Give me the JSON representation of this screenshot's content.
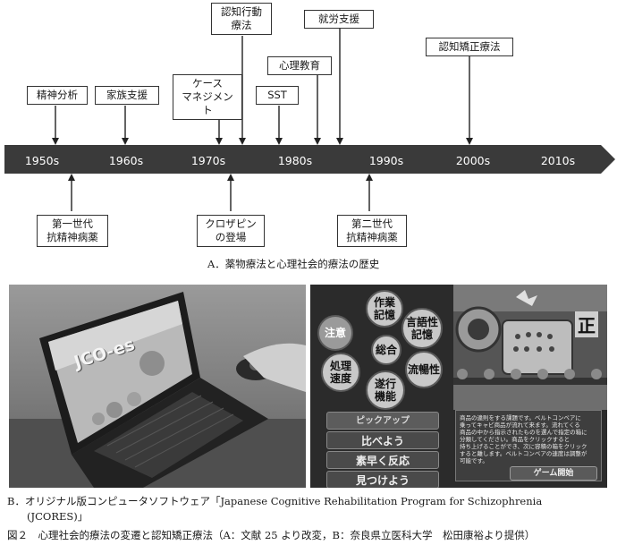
{
  "timeline": {
    "decades": [
      "1950s",
      "1960s",
      "1970s",
      "1980s",
      "1990s",
      "2000s",
      "2010s"
    ],
    "above": [
      {
        "label": "精神分析"
      },
      {
        "label": "家族支援"
      },
      {
        "label": "ケース\nマネジメント"
      },
      {
        "label": "認知行動\n療法"
      },
      {
        "label": "SST"
      },
      {
        "label": "心理教育"
      },
      {
        "label": "就労支援"
      },
      {
        "label": "認知矯正療法"
      }
    ],
    "below": [
      {
        "label": "第一世代\n抗精神病薬"
      },
      {
        "label": "クロザピン\nの登場"
      },
      {
        "label": "第二世代\n抗精神病薬"
      }
    ],
    "caption_a": "A．薬物療法と心理社会的療法の歴史"
  },
  "photo_b": {
    "logo": "JCO-es",
    "menu_nodes": [
      "注意",
      "作業\n記憶",
      "言語性\n記憶",
      "総合",
      "処理\n速度",
      "遂行\n機能",
      "流暢性"
    ],
    "menu_buttons": [
      "ピックアップ",
      "比べよう",
      "素早く反応",
      "見つけよう"
    ],
    "instruction_lines": [
      "商品の違則をする課題です。ベルトコンベアに",
      "乗ってキャビ商品が流れて来ます。流れてくる",
      "商品の中から指示されたものを選んで指定の箱に",
      "分類してください。商品をクリックすると",
      "持ち上げることができ、次に容積の箱をクリック",
      "すると離します。ベルトコンベアの速度は調整が",
      "可能です。"
    ],
    "start_label": "ゲーム開始",
    "score_label": "正"
  },
  "caption_b_line1": "B．オリジナル版コンピュータソフトウェア「Japanese Cognitive Rehabilitation Program for Schizophrenia",
  "caption_b_line2": "(JCORES)」",
  "figure_caption": "図２　心理社会的療法の変遷と認知矯正療法（A：文献 25 より改変，B：奈良県立医科大学　松田康裕より提供）"
}
